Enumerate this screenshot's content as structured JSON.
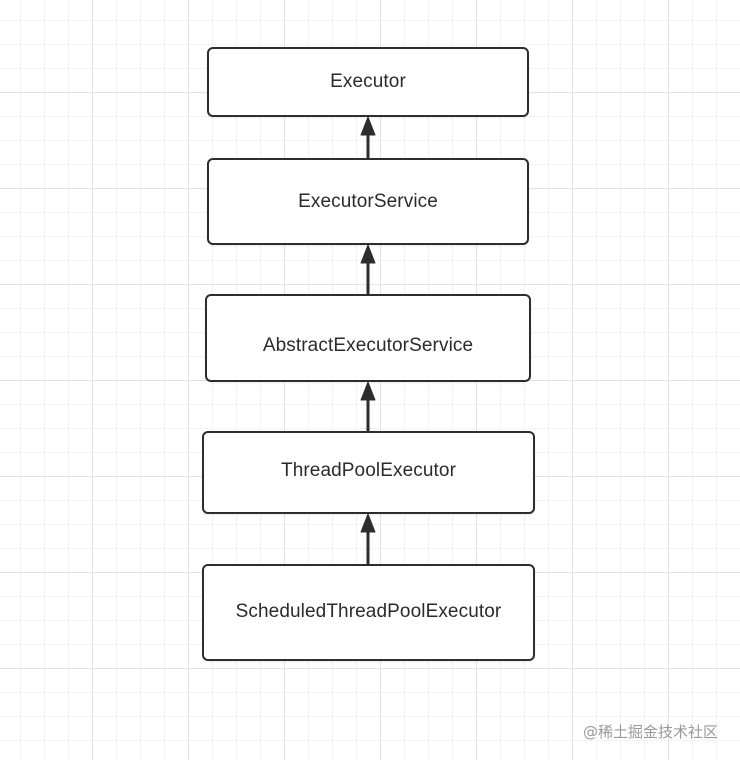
{
  "diagram": {
    "nodes": [
      {
        "id": "executor",
        "label": "Executor"
      },
      {
        "id": "executor-service",
        "label": "ExecutorService"
      },
      {
        "id": "abstract-executor-service",
        "label": "AbstractExecutorService"
      },
      {
        "id": "thread-pool-executor",
        "label": "ThreadPoolExecutor"
      },
      {
        "id": "scheduled-thread-pool-executor",
        "label": "ScheduledThreadPoolExecutor"
      }
    ],
    "edges": [
      {
        "from": "executor-service",
        "to": "executor",
        "type": "inheritance-arrow"
      },
      {
        "from": "abstract-executor-service",
        "to": "executor-service",
        "type": "inheritance-arrow"
      },
      {
        "from": "thread-pool-executor",
        "to": "abstract-executor-service",
        "type": "inheritance-arrow"
      },
      {
        "from": "scheduled-thread-pool-executor",
        "to": "thread-pool-executor",
        "type": "inheritance-arrow"
      }
    ]
  },
  "watermark": "@稀土掘金技术社区",
  "colors": {
    "stroke": "#2d2d2d",
    "text": "#2b2b2b",
    "watermark": "#9a9a9a",
    "grid": "#e3e3e3"
  }
}
